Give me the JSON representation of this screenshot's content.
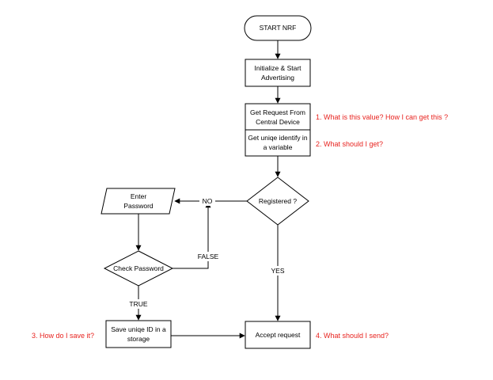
{
  "colors": {
    "stroke": "#000000",
    "annotation": "#e8231f"
  },
  "nodes": {
    "start": "START NRF",
    "init_line1": "Initialize & Start",
    "init_line2": "Advertising",
    "get_request_line1": "Get Request From",
    "get_request_line2": "Central Device",
    "get_uniqe_line1": "Get uniqe identify in",
    "get_uniqe_line2": "a variable",
    "registered": "Registered ?",
    "enter_password_line1": "Enter",
    "enter_password_line2": "Password",
    "check_password": "Check Password",
    "save_line1": "Save uniqe ID in a",
    "save_line2": "storage",
    "accept_request": "Accept request"
  },
  "edge_labels": {
    "no": "NO",
    "yes": "YES",
    "false": "FALSE",
    "true": "TRUE"
  },
  "annotations": {
    "q1": "1. What is this value?  How I can get this ?",
    "q2": "2. What should I get?",
    "q3": "3. How do I save it?",
    "q4": "4. What should I send?"
  }
}
